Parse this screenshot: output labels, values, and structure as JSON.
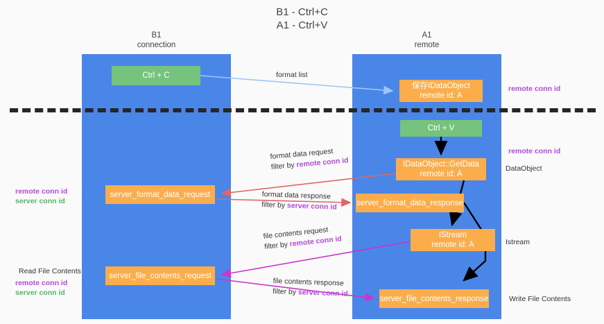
{
  "title": {
    "line1": "B1 - Ctrl+C",
    "line2": "A1 - Ctrl+V"
  },
  "lanes": [
    {
      "id": "b1",
      "name": "B1",
      "subtitle": "connection",
      "color": "#4a86e8"
    },
    {
      "id": "a1",
      "name": "A1",
      "subtitle": "remote",
      "color": "#4a86e8"
    }
  ],
  "nodes": {
    "ctrl_c": {
      "line1": "Ctrl + C",
      "line2": "",
      "color": "#76c37d"
    },
    "save_dataobject": {
      "line1": "保存IDataObject",
      "line2": "remote id: A",
      "color": "#fbad4b"
    },
    "ctrl_v": {
      "line1": "Ctrl + V",
      "line2": "",
      "color": "#76c37d"
    },
    "getdata": {
      "line1": "IDataObject::GetData",
      "line2": "remote id: A",
      "color": "#fbad4b"
    },
    "server_format_data_request": {
      "line1": "server_format_data_request",
      "line2": "",
      "color": "#fbad4b"
    },
    "server_format_data_response": {
      "line1": "server_format_data_response",
      "line2": "",
      "color": "#fbad4b"
    },
    "istream": {
      "line1": "IStream",
      "line2": "remote id: A",
      "color": "#fbad4b"
    },
    "server_file_contents_request": {
      "line1": "server_file_contents_request",
      "line2": "",
      "color": "#fbad4b"
    },
    "server_file_contents_response": {
      "line1": "server_file_contents_response",
      "line2": "",
      "color": "#fbad4b"
    }
  },
  "edge_labels": {
    "format_list": {
      "text": "format list"
    },
    "format_data_request": {
      "line1": "format data request",
      "prefix": "filter by ",
      "highlight": "remote conn id"
    },
    "format_data_response": {
      "line1": "format data response",
      "prefix": "filter by ",
      "highlight": "server conn id"
    },
    "file_contents_request": {
      "line1": "file contents request",
      "prefix": "filter by ",
      "highlight": "remote conn id"
    },
    "file_contents_response": {
      "line1": "file contents response",
      "prefix": "filter by ",
      "highlight": "server conn id"
    }
  },
  "side_labels": {
    "top_right": {
      "purple": "remote conn id"
    },
    "mid_right": {
      "purple": "remote conn id"
    },
    "dataobject": {
      "plain": "DataObject"
    },
    "istream": {
      "plain": "Istream"
    },
    "write_contents": {
      "plain": "Write File Contents"
    },
    "mid_left": {
      "purple": "remote conn id",
      "green": "server conn id"
    },
    "read_contents": {
      "plain": "Read File Contents"
    },
    "bottom_left": {
      "purple": "remote conn id",
      "green": "server conn id"
    }
  },
  "colors": {
    "lane": "#4a86e8",
    "green_node": "#76c37d",
    "orange_node": "#fbad4b",
    "purple_text": "#b14bd8",
    "green_text": "#56b36b",
    "arrow_blue": "#9fc5f8",
    "arrow_red": "#e06666",
    "arrow_magenta": "#c936c9",
    "arrow_black": "#000000",
    "divider": "#262626",
    "background": "#fafafa"
  }
}
